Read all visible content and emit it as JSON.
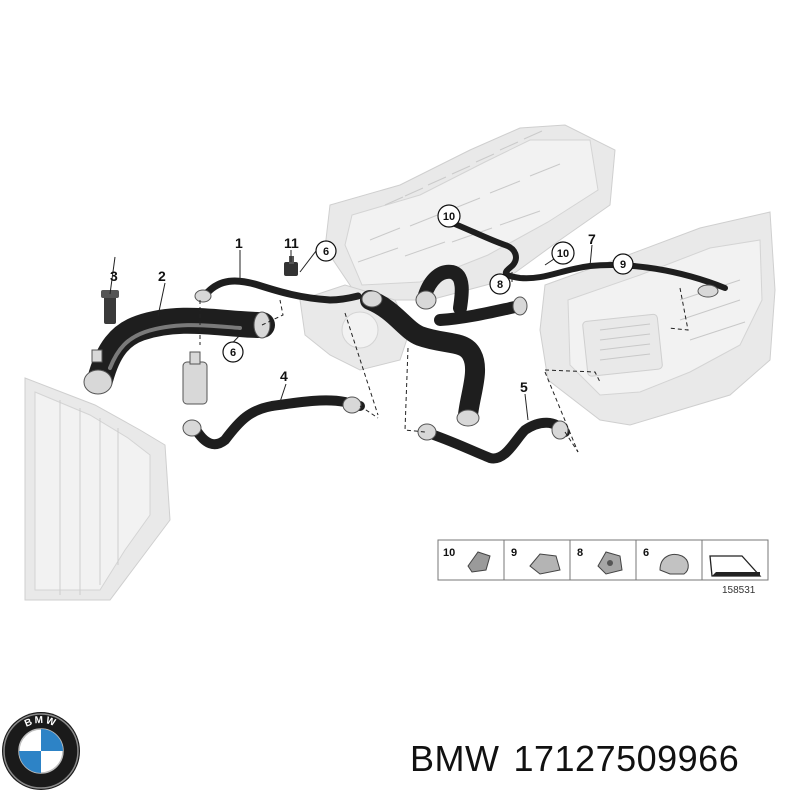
{
  "diagram": {
    "drawing_number": "158531",
    "callouts": [
      "1",
      "2",
      "3",
      "4",
      "5",
      "6",
      "7",
      "8",
      "9",
      "10",
      "11"
    ],
    "legend": [
      {
        "number": "10"
      },
      {
        "number": "9"
      },
      {
        "number": "8"
      },
      {
        "number": "6"
      }
    ]
  },
  "product": {
    "brand": "BMW",
    "part_number": "17127509966",
    "logo_letters": "BMW"
  }
}
